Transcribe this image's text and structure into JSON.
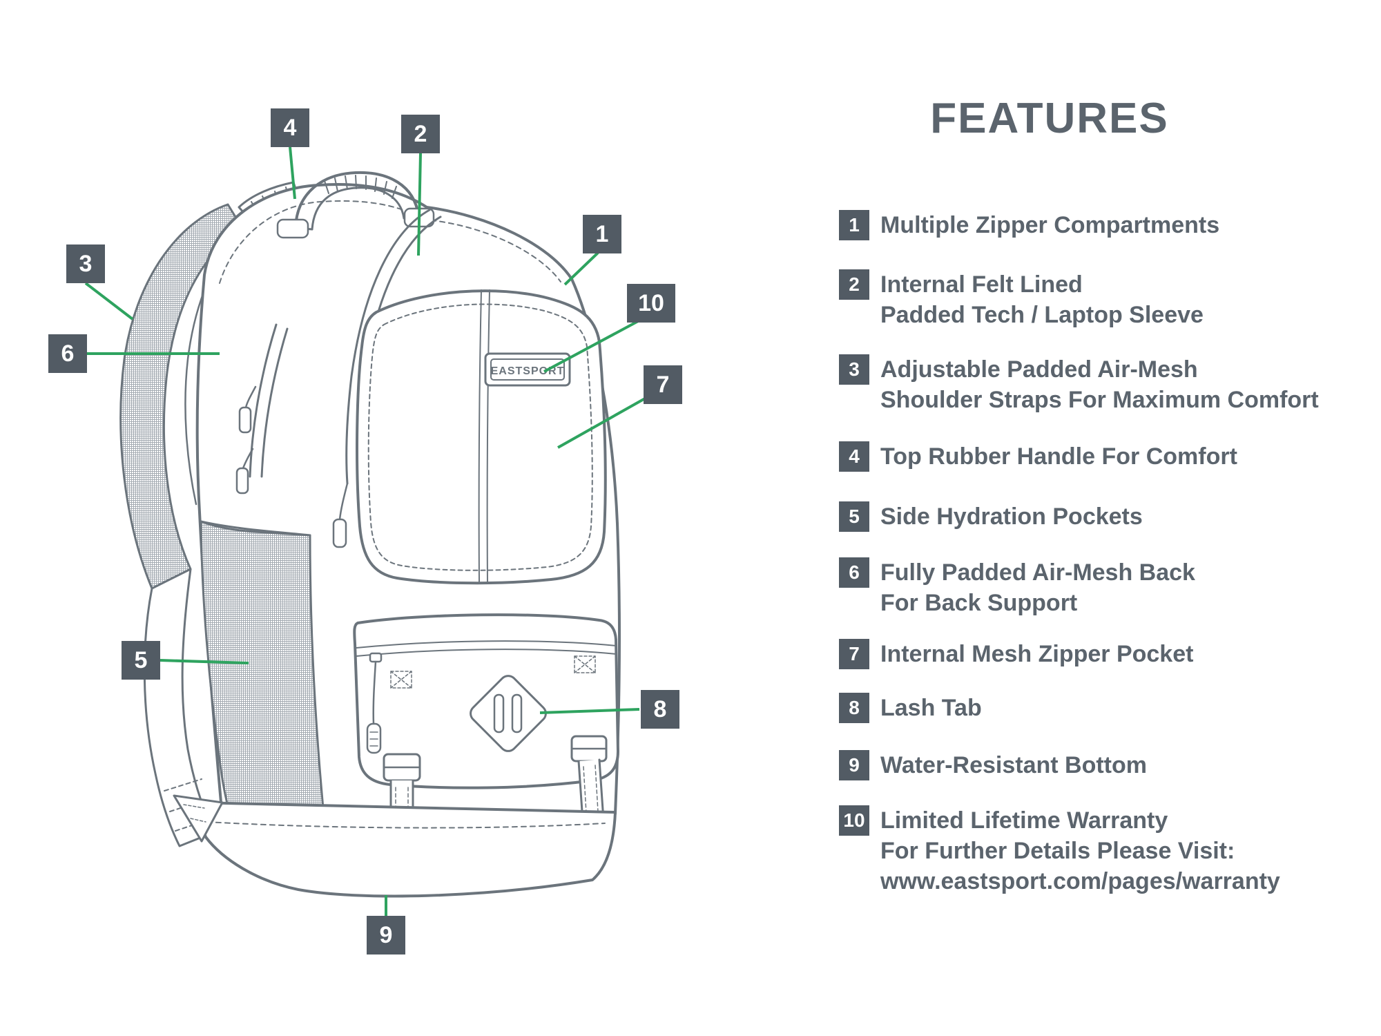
{
  "title": "FEATURES",
  "colors": {
    "badge": "#525b64",
    "leader_line": "#2ea35f",
    "text": "#5b646d",
    "outline": "#6b747c"
  },
  "diagram": {
    "brand_label": "EASTSPORT",
    "badges": [
      {
        "num": "1"
      },
      {
        "num": "2"
      },
      {
        "num": "3"
      },
      {
        "num": "4"
      },
      {
        "num": "5"
      },
      {
        "num": "6"
      },
      {
        "num": "7"
      },
      {
        "num": "8"
      },
      {
        "num": "9"
      },
      {
        "num": "10"
      }
    ]
  },
  "features": {
    "items": [
      {
        "num": "1",
        "lines": [
          "Multiple Zipper Compartments"
        ]
      },
      {
        "num": "2",
        "lines": [
          "Internal Felt Lined",
          "Padded Tech / Laptop Sleeve"
        ]
      },
      {
        "num": "3",
        "lines": [
          "Adjustable Padded Air-Mesh",
          "Shoulder Straps For Maximum Comfort"
        ]
      },
      {
        "num": "4",
        "lines": [
          "Top Rubber Handle For Comfort"
        ]
      },
      {
        "num": "5",
        "lines": [
          "Side Hydration Pockets"
        ]
      },
      {
        "num": "6",
        "lines": [
          "Fully Padded Air-Mesh Back",
          "For Back Support"
        ]
      },
      {
        "num": "7",
        "lines": [
          "Internal Mesh Zipper Pocket"
        ]
      },
      {
        "num": "8",
        "lines": [
          "Lash Tab"
        ]
      },
      {
        "num": "9",
        "lines": [
          "Water-Resistant Bottom"
        ]
      },
      {
        "num": "10",
        "lines": [
          "Limited Lifetime Warranty",
          "For Further Details Please Visit:",
          "www.eastsport.com/pages/warranty"
        ]
      }
    ]
  }
}
